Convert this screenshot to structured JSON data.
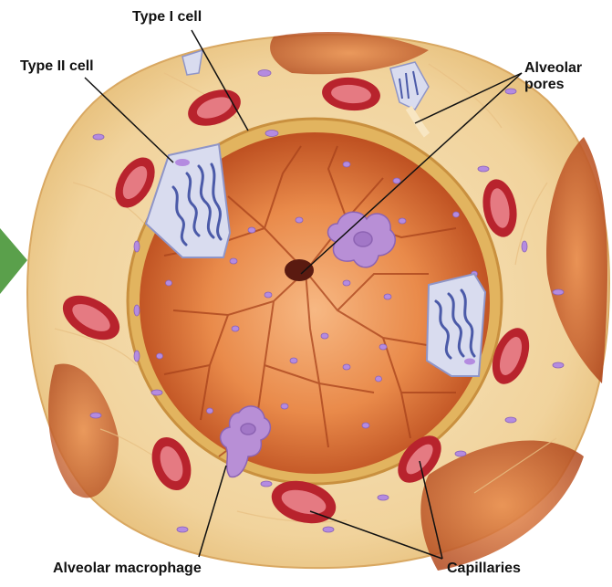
{
  "labels": {
    "type_one_cell": "Type I cell",
    "type_two_cell": "Type II cell",
    "alveolar_pores": "Alveolar pores",
    "alveolar_macrophage": "Alveolar macrophage",
    "capillaries": "Capillaries"
  },
  "colors": {
    "connective_tissue": "#f3d9a6",
    "alveolar_wall": "#e2b45f",
    "alveolar_lumen": "#e07a3a",
    "lumen_dark": "#c2521c",
    "capillary_outer": "#b8232d",
    "capillary_inner": "#e57a82",
    "nucleus": "#b48be0",
    "type_two_cell_body": "#d9dcef",
    "type_two_granules": "#4b5aa8",
    "macrophage": "#b88fd6",
    "arrow": "#5aa04b"
  }
}
